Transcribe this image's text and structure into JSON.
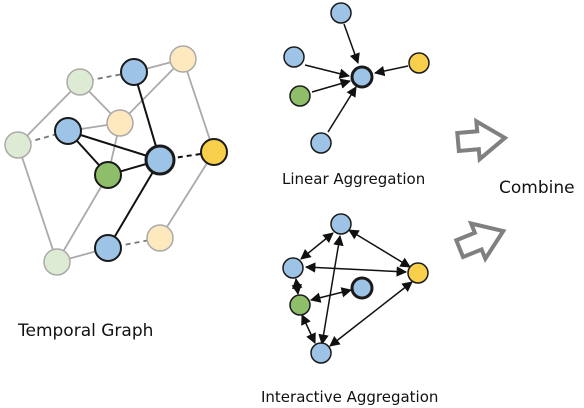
{
  "labels": {
    "temporal_graph": "Temporal Graph",
    "linear_aggregation": "Linear Aggregation",
    "interactive_aggregation": "Interactive Aggregation",
    "combine": "Combine"
  },
  "colors": {
    "blue": "#9dc3e6",
    "green": "#8fbe6a",
    "yellow": "#f8cf4a",
    "faded_green": "#deebd4",
    "faded_yellow": "#fde9bd",
    "edge_gray": "#aaaaaa",
    "stroke_dark": "#1a1a1a",
    "arrow_gray": "#808080"
  }
}
